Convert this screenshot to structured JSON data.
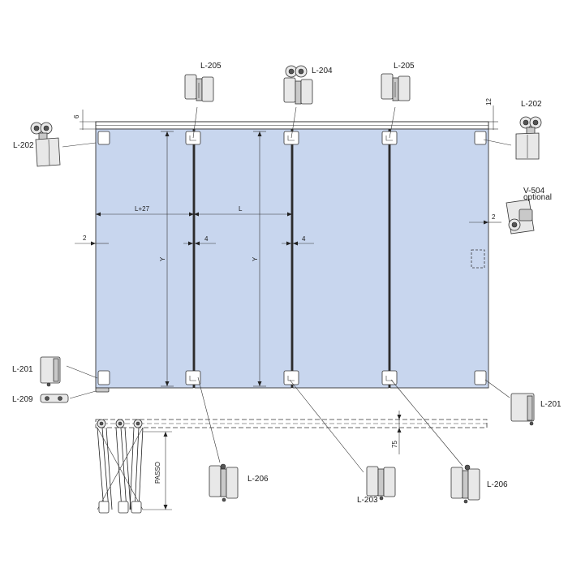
{
  "colors": {
    "glass": "#c8d6ee",
    "line": "#222222",
    "hardware": "#e6e6e6"
  },
  "labels": {
    "l205_left": "L-205",
    "l204": "L-204",
    "l205_right": "L-205",
    "l202_left": "L-202",
    "l202_right": "L-202",
    "v504": "V-504",
    "optional": "optional",
    "l201_left": "L-201",
    "l209": "L-209",
    "l201_right": "L-201",
    "l206_left": "L-206",
    "l203": "L-203",
    "l206_right": "L-206"
  },
  "dimensions": {
    "top_gap": "6",
    "top_right": "12",
    "gap_left": "2",
    "gap_right": "2",
    "width_first": "L+27",
    "width_second": "L",
    "gap_panel1": "4",
    "gap_panel2": "4",
    "height1": "Y",
    "height2": "Y",
    "passo": "PASSO",
    "offset_75": "75"
  }
}
